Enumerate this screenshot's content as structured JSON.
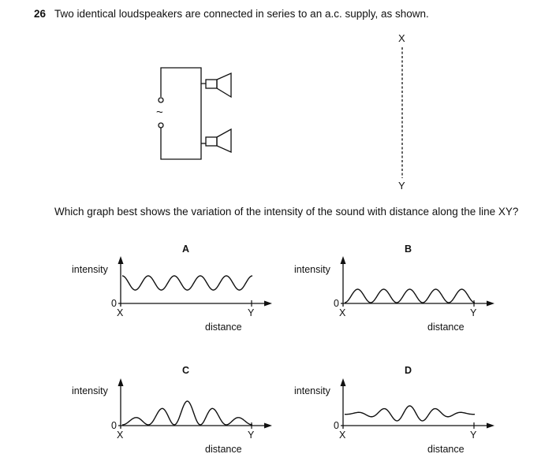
{
  "question": {
    "number": "26",
    "text": "Two identical loudspeakers are connected in series to an a.c. supply, as shown.",
    "prompt": "Which graph best shows the variation of the intensity of the sound with distance along the line XY?"
  },
  "diagram": {
    "supply_symbol": "~",
    "line_top_label": "X",
    "line_bottom_label": "Y"
  },
  "graphs": [
    {
      "option": "A",
      "ylabel": "intensity",
      "xlabel": "distance",
      "origin": "0",
      "start": "X",
      "end": "Y"
    },
    {
      "option": "B",
      "ylabel": "intensity",
      "xlabel": "distance",
      "origin": "0",
      "start": "X",
      "end": "Y"
    },
    {
      "option": "C",
      "ylabel": "intensity",
      "xlabel": "distance",
      "origin": "0",
      "start": "X",
      "end": "Y"
    },
    {
      "option": "D",
      "ylabel": "intensity",
      "xlabel": "distance",
      "origin": "0",
      "start": "X",
      "end": "Y"
    }
  ]
}
